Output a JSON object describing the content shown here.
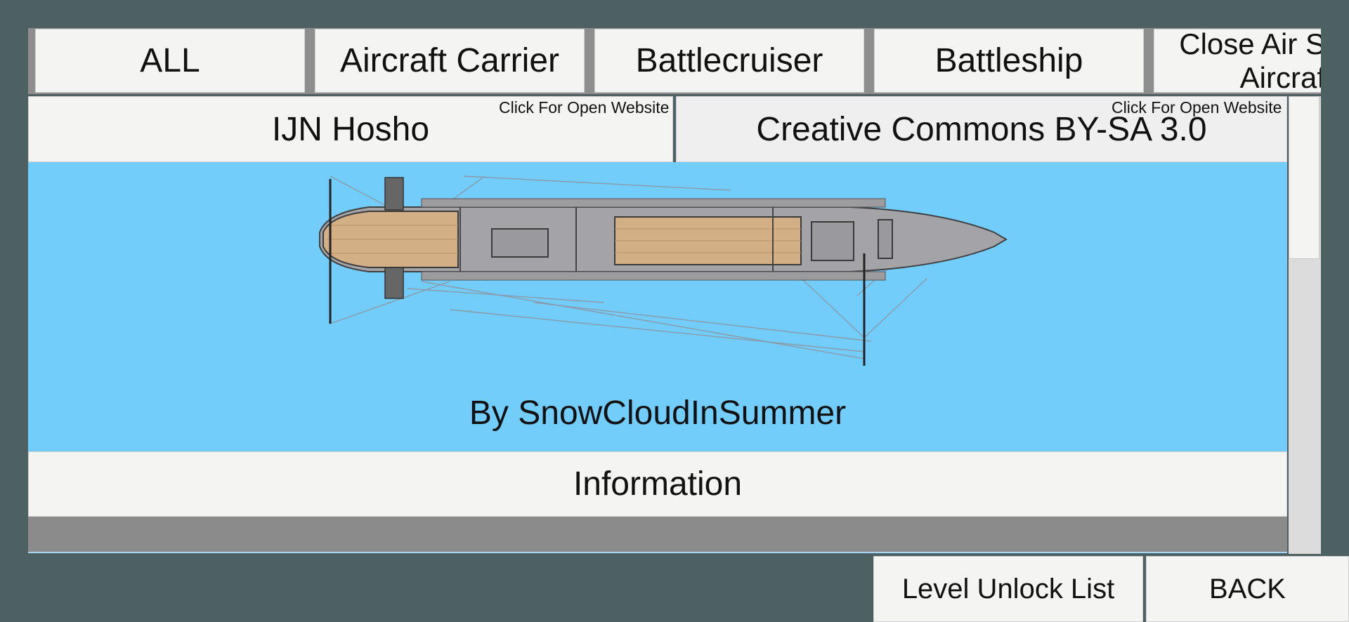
{
  "category_tabs": [
    "ALL",
    "Aircraft Carrier",
    "Battlecruiser",
    "Battleship",
    "Close Air S",
    "Aircraf"
  ],
  "ship_card": {
    "name": "IJN Hosho",
    "license": "Creative Commons BY-SA 3.0",
    "open_website_hint": "Click For Open Website",
    "author": "By SnowCloudInSummer",
    "ship_icon": "aircraft-carrier-topview",
    "background_color": "#72cdfb"
  },
  "information_label": "Information",
  "bottom_bar": {
    "level_unlock_label": "Level Unlock List",
    "back_label": "BACK"
  }
}
